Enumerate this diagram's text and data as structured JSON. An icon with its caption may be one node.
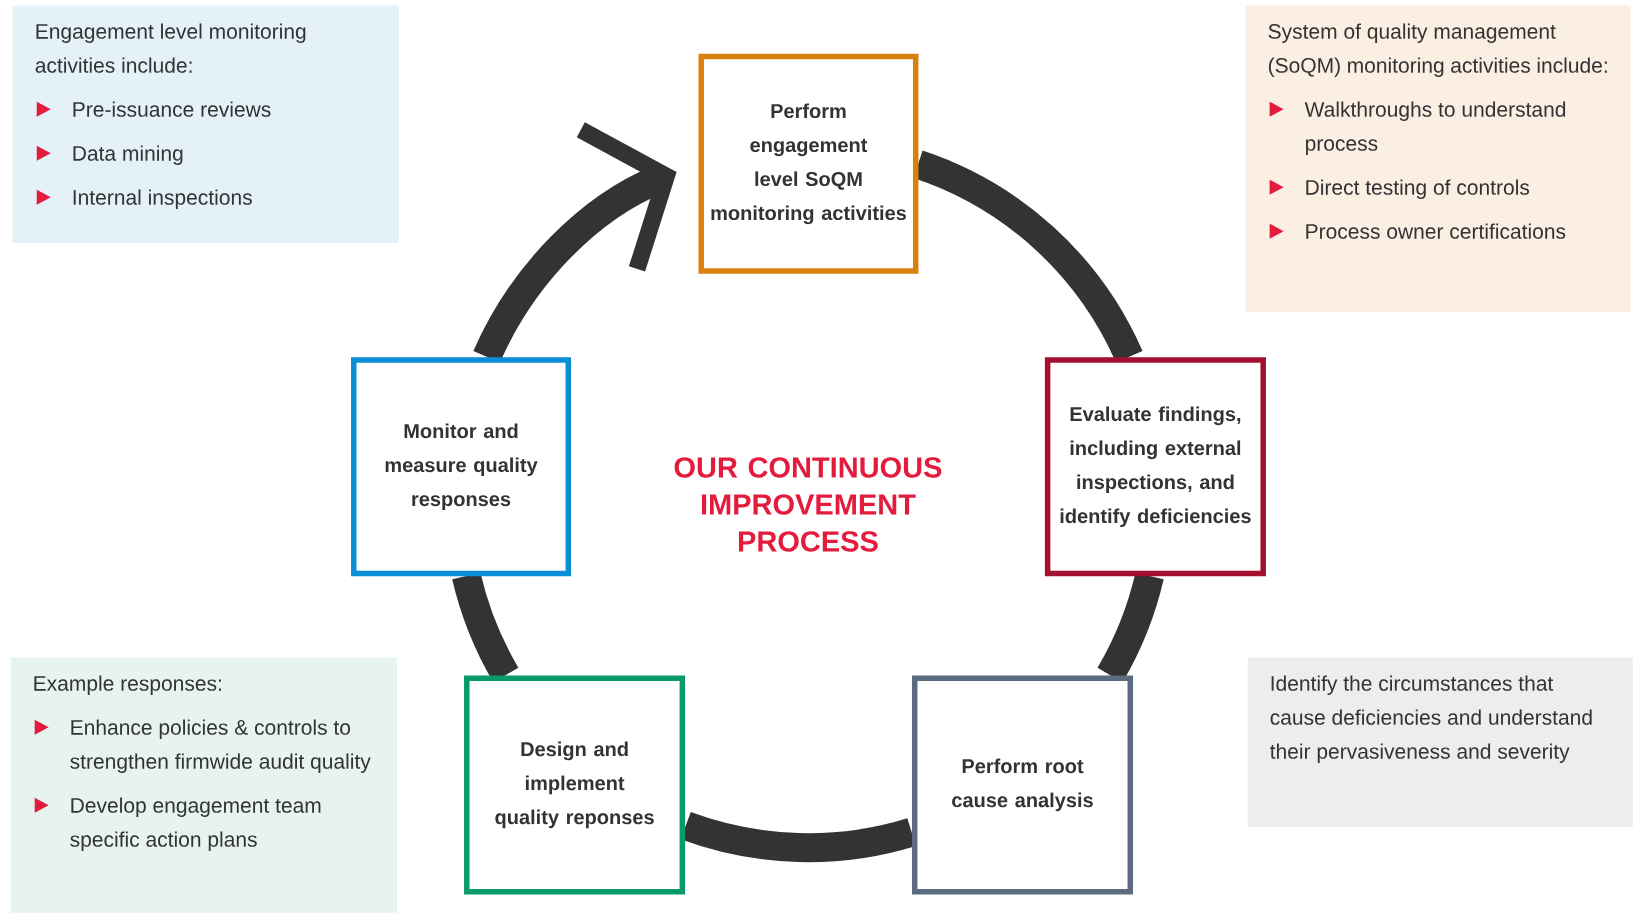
{
  "diagram": {
    "nodes": [
      {
        "text": [
          "Engagement level monitoring activities include:",
          "Pre-issuance reviews",
          "Data mining",
          "Internal inspections"
        ]
      },
      {
        "text": [
          "Perform engagement level SoQM monitoring activities"
        ]
      },
      {
        "text": [
          "System of quality management (SoQM) monitoring activities include:",
          "Walkthroughs to understand process",
          "Direct testing of controls",
          "Process owner certifications"
        ]
      },
      {
        "text": [
          "Monitor and measure quality responses"
        ]
      },
      {
        "text": [
          "Evaluate findings, including external inspections, and identify deficiencies"
        ]
      },
      {
        "text": [
          "Example responses:",
          "Enhance policies & controls to strengthen firmwide audit quality",
          "Develop engagement team specific action plans"
        ]
      },
      {
        "text": [
          "Design and implement quality reponses"
        ]
      },
      {
        "text": [
          "Perform root cause analysis"
        ]
      },
      {
        "text": [
          "Identify the circumstances that cause deficiencies and understand their pervasiveness and severity"
        ]
      }
    ],
    "edges": [
      {
        "from": 1,
        "to": 4,
        "arrow": "none"
      },
      {
        "from": 4,
        "to": 7,
        "arrow": "none"
      },
      {
        "from": 7,
        "to": 6,
        "arrow": "none"
      },
      {
        "from": 6,
        "to": 3,
        "arrow": "none"
      },
      {
        "from": 3,
        "to": 1,
        "arrow": "to"
      }
    ],
    "labels": [
      "OUR CONTINUOUS IMPROVEMENT PROCESS"
    ]
  }
}
